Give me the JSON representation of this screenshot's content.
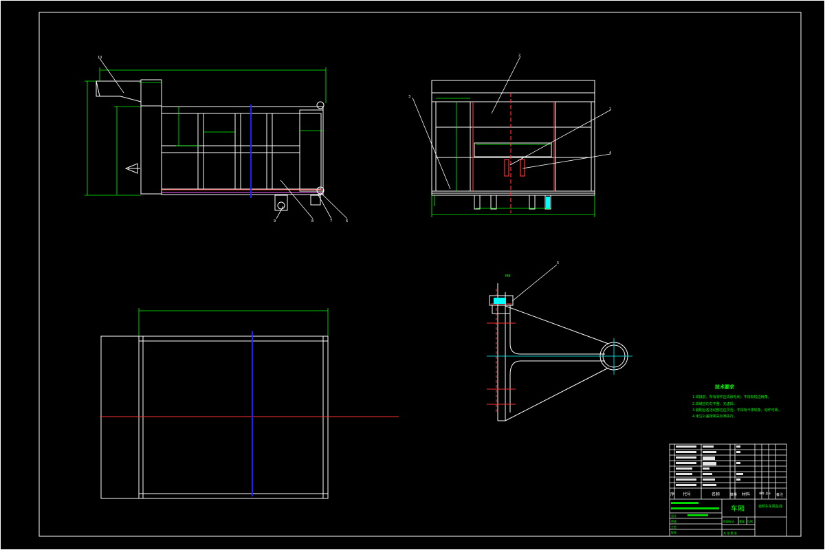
{
  "drawing": {
    "title_block": {
      "part_name": "车厢",
      "drawing_name": "自卸车车厢总成",
      "header_seq": "序",
      "header_code": "代号",
      "header_name": "名称",
      "header_qty": "数量",
      "header_material": "材料",
      "header_weight": "单件 总计",
      "header_note": "备注",
      "stage_label": "阶段标记",
      "weight_label": "重量",
      "scale_label": "比例",
      "sheet_label": "共 张 第 张",
      "design_label": "设计",
      "check_label": "审核",
      "process_label": "工艺",
      "approve_label": "批准"
    },
    "technical_requirements": {
      "title": "技术要求",
      "items": [
        "1.焊接前，所有零件应清除毛刺，不得有锐边棱角。",
        "2.焊缝应均匀平整，无虚焊。",
        "3.装配后各活动部位应灵活，不得有卡滞现象，动作可靠。",
        "4.未注公差按相关标准执行。"
      ]
    },
    "side_view_labels": [
      "10",
      "9",
      "8",
      "7",
      "6"
    ],
    "front_view_labels": [
      "3",
      "2",
      "1",
      "4"
    ],
    "detail_view_labels": [
      "5",
      "M8"
    ],
    "colors": {
      "outline": "#ffffff",
      "dimension": "#00ff00",
      "centerline": "#ff2020",
      "hidden": "#2020ff",
      "frame": "#ffffff",
      "hatch": "#ff3030",
      "accent": "#00ffff"
    }
  }
}
